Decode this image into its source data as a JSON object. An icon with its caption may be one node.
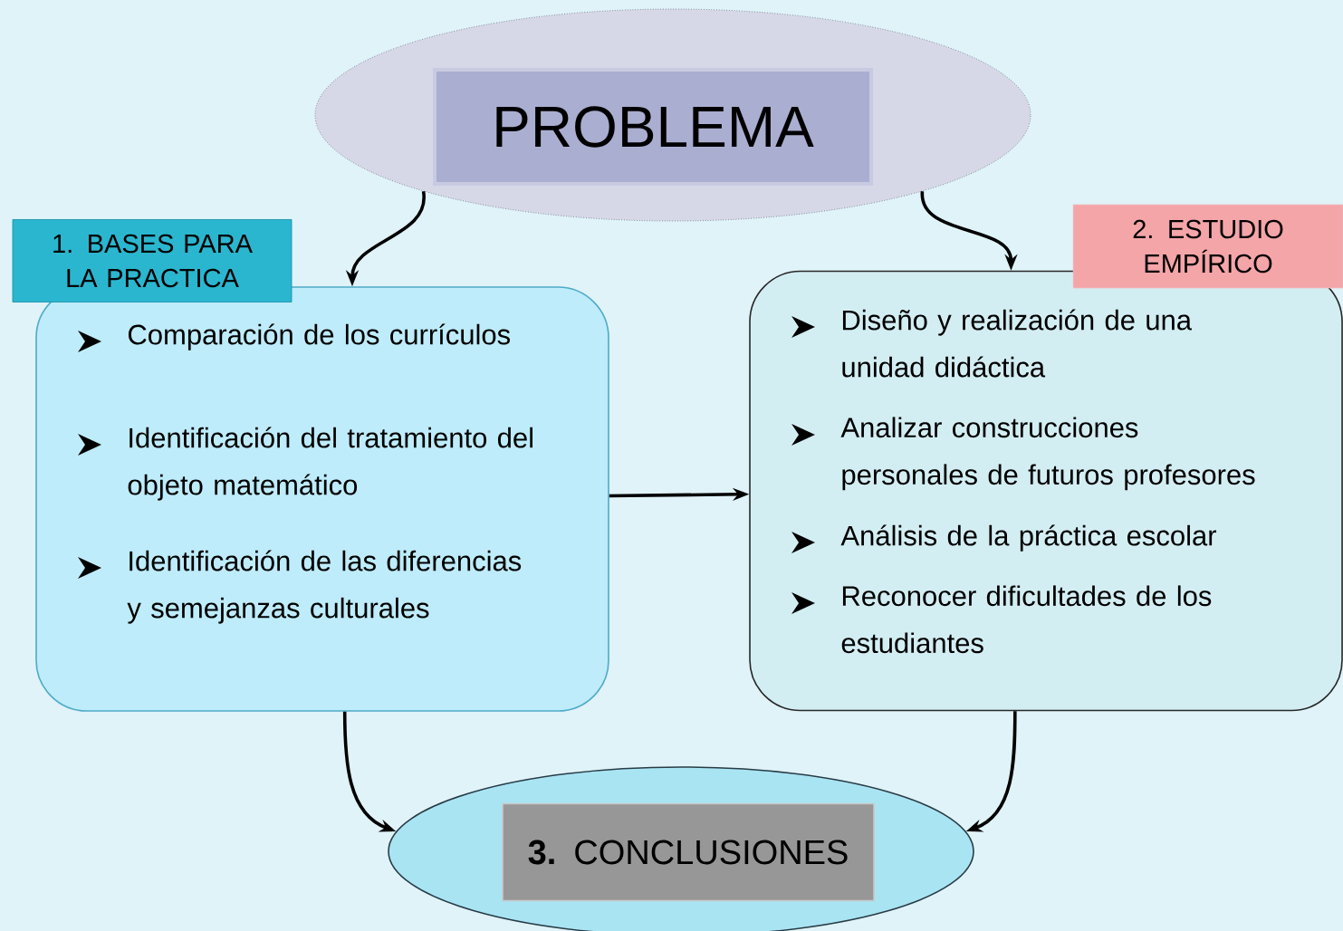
{
  "diagram": {
    "nodes": [
      {
        "text": [],
        "shape": "ellipse"
      },
      {
        "text": [
          "PROBLEMA"
        ],
        "in": 0
      },
      {
        "text": [
          "1. BASES PARA  LA PRACTICA"
        ]
      },
      {
        "text": [
          "Comparación de los currículos",
          "Identificación del tratamiento del objeto matemático",
          "Identificación de las diferencias y semejanzas culturales"
        ]
      },
      {
        "text": [
          "2. ESTUDIO EMPÍRICO"
        ]
      },
      {
        "text": [
          "Diseño y realización de una unidad didáctica",
          "Analizar construcciones personales de futuros profesores",
          "Análisis de la práctica escolar",
          "Reconocer dificultades de los estudiantes"
        ]
      },
      {
        "text": [],
        "shape": "ellipse"
      },
      {
        "text": [
          "**3.** CONCLUSIONES"
        ],
        "in": 6
      }
    ],
    "edges": [
      {
        "from": 0,
        "to": 3,
        "arrow": "to"
      },
      {
        "from": 0,
        "to": 5,
        "arrow": "to"
      },
      {
        "from": 3,
        "to": 5,
        "arrow": "to"
      },
      {
        "from": 3,
        "to": 6,
        "arrow": "to"
      },
      {
        "from": 5,
        "to": 6,
        "arrow": "to"
      }
    ]
  }
}
